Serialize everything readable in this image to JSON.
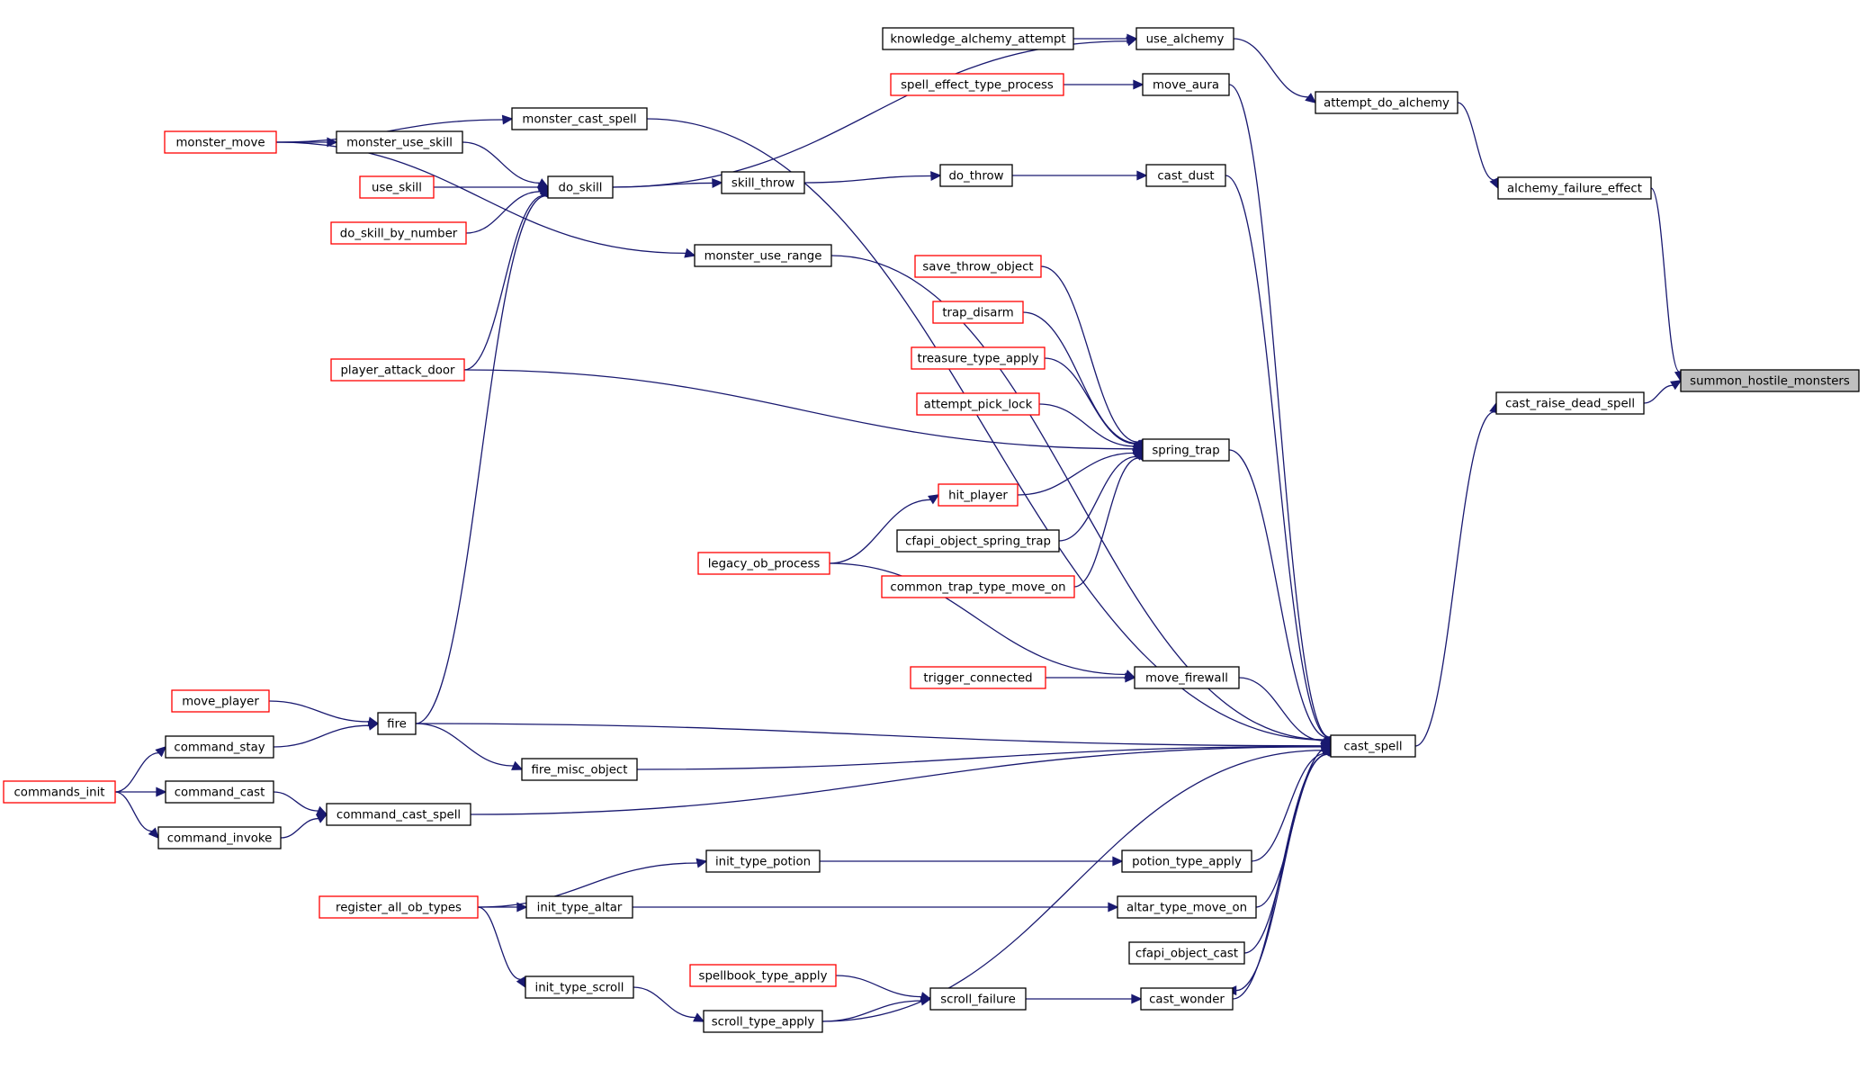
{
  "diagram": {
    "type": "call-graph",
    "colors": {
      "edge": "#191970",
      "truncated_border": "#ff0000",
      "normal_border": "#000000",
      "root_fill": "#bfbfbf"
    },
    "nodes": [
      {
        "id": "summon_hostile_monsters",
        "label": "summon_hostile_monsters",
        "style": "root"
      },
      {
        "id": "alchemy_failure_effect",
        "label": "alchemy_failure_effect",
        "style": "normal"
      },
      {
        "id": "cast_raise_dead_spell",
        "label": "cast_raise_dead_spell",
        "style": "normal"
      },
      {
        "id": "attempt_do_alchemy",
        "label": "attempt_do_alchemy",
        "style": "normal"
      },
      {
        "id": "cast_spell",
        "label": "cast_spell",
        "style": "normal"
      },
      {
        "id": "use_alchemy",
        "label": "use_alchemy",
        "style": "normal"
      },
      {
        "id": "knowledge_alchemy_attempt",
        "label": "knowledge_alchemy_attempt",
        "style": "normal"
      },
      {
        "id": "do_skill",
        "label": "do_skill",
        "style": "normal"
      },
      {
        "id": "monster_use_skill",
        "label": "monster_use_skill",
        "style": "normal"
      },
      {
        "id": "use_skill",
        "label": "use_skill",
        "style": "truncated"
      },
      {
        "id": "do_skill_by_number",
        "label": "do_skill_by_number",
        "style": "truncated"
      },
      {
        "id": "player_attack_door",
        "label": "player_attack_door",
        "style": "truncated"
      },
      {
        "id": "fire",
        "label": "fire",
        "style": "normal"
      },
      {
        "id": "monster_move",
        "label": "monster_move",
        "style": "truncated"
      },
      {
        "id": "move_player",
        "label": "move_player",
        "style": "truncated"
      },
      {
        "id": "command_stay",
        "label": "command_stay",
        "style": "normal"
      },
      {
        "id": "commands_init",
        "label": "commands_init",
        "style": "truncated"
      },
      {
        "id": "move_aura",
        "label": "move_aura",
        "style": "normal"
      },
      {
        "id": "spell_effect_type_process",
        "label": "spell_effect_type_process",
        "style": "truncated"
      },
      {
        "id": "monster_cast_spell",
        "label": "monster_cast_spell",
        "style": "normal"
      },
      {
        "id": "cast_dust",
        "label": "cast_dust",
        "style": "normal"
      },
      {
        "id": "do_throw",
        "label": "do_throw",
        "style": "normal"
      },
      {
        "id": "skill_throw",
        "label": "skill_throw",
        "style": "normal"
      },
      {
        "id": "monster_use_range",
        "label": "monster_use_range",
        "style": "normal"
      },
      {
        "id": "spring_trap",
        "label": "spring_trap",
        "style": "normal"
      },
      {
        "id": "save_throw_object",
        "label": "save_throw_object",
        "style": "truncated"
      },
      {
        "id": "trap_disarm",
        "label": "trap_disarm",
        "style": "truncated"
      },
      {
        "id": "treasure_type_apply",
        "label": "treasure_type_apply",
        "style": "truncated"
      },
      {
        "id": "attempt_pick_lock",
        "label": "attempt_pick_lock",
        "style": "truncated"
      },
      {
        "id": "hit_player",
        "label": "hit_player",
        "style": "truncated"
      },
      {
        "id": "legacy_ob_process",
        "label": "legacy_ob_process",
        "style": "truncated"
      },
      {
        "id": "cfapi_object_spring_trap",
        "label": "cfapi_object_spring_trap",
        "style": "normal"
      },
      {
        "id": "common_trap_type_move_on",
        "label": "common_trap_type_move_on",
        "style": "truncated"
      },
      {
        "id": "move_firewall",
        "label": "move_firewall",
        "style": "normal"
      },
      {
        "id": "trigger_connected",
        "label": "trigger_connected",
        "style": "truncated"
      },
      {
        "id": "fire_misc_object",
        "label": "fire_misc_object",
        "style": "normal"
      },
      {
        "id": "command_cast_spell",
        "label": "command_cast_spell",
        "style": "normal"
      },
      {
        "id": "command_cast",
        "label": "command_cast",
        "style": "normal"
      },
      {
        "id": "command_invoke",
        "label": "command_invoke",
        "style": "normal"
      },
      {
        "id": "potion_type_apply",
        "label": "potion_type_apply",
        "style": "normal"
      },
      {
        "id": "init_type_potion",
        "label": "init_type_potion",
        "style": "normal"
      },
      {
        "id": "register_all_ob_types",
        "label": "register_all_ob_types",
        "style": "truncated"
      },
      {
        "id": "altar_type_move_on",
        "label": "altar_type_move_on",
        "style": "normal"
      },
      {
        "id": "init_type_altar",
        "label": "init_type_altar",
        "style": "normal"
      },
      {
        "id": "cfapi_object_cast",
        "label": "cfapi_object_cast",
        "style": "normal"
      },
      {
        "id": "cast_wonder",
        "label": "cast_wonder",
        "style": "normal"
      },
      {
        "id": "scroll_failure",
        "label": "scroll_failure",
        "style": "normal"
      },
      {
        "id": "spellbook_type_apply",
        "label": "spellbook_type_apply",
        "style": "truncated"
      },
      {
        "id": "scroll_type_apply",
        "label": "scroll_type_apply",
        "style": "normal"
      },
      {
        "id": "init_type_scroll",
        "label": "init_type_scroll",
        "style": "normal"
      }
    ],
    "edges": [
      {
        "from": "alchemy_failure_effect",
        "to": "summon_hostile_monsters"
      },
      {
        "from": "cast_raise_dead_spell",
        "to": "summon_hostile_monsters"
      },
      {
        "from": "attempt_do_alchemy",
        "to": "alchemy_failure_effect"
      },
      {
        "from": "use_alchemy",
        "to": "attempt_do_alchemy"
      },
      {
        "from": "knowledge_alchemy_attempt",
        "to": "use_alchemy"
      },
      {
        "from": "do_skill",
        "to": "use_alchemy"
      },
      {
        "from": "monster_use_skill",
        "to": "do_skill"
      },
      {
        "from": "use_skill",
        "to": "do_skill"
      },
      {
        "from": "do_skill_by_number",
        "to": "do_skill"
      },
      {
        "from": "player_attack_door",
        "to": "do_skill"
      },
      {
        "from": "fire",
        "to": "do_skill"
      },
      {
        "from": "monster_move",
        "to": "monster_use_skill"
      },
      {
        "from": "monster_move",
        "to": "monster_cast_spell"
      },
      {
        "from": "monster_move",
        "to": "monster_use_range"
      },
      {
        "from": "move_player",
        "to": "fire"
      },
      {
        "from": "command_stay",
        "to": "fire"
      },
      {
        "from": "commands_init",
        "to": "command_stay"
      },
      {
        "from": "commands_init",
        "to": "command_cast"
      },
      {
        "from": "commands_init",
        "to": "command_invoke"
      },
      {
        "from": "cast_spell",
        "to": "cast_raise_dead_spell"
      },
      {
        "from": "move_aura",
        "to": "cast_spell"
      },
      {
        "from": "spell_effect_type_process",
        "to": "move_aura"
      },
      {
        "from": "monster_cast_spell",
        "to": "cast_spell"
      },
      {
        "from": "cast_dust",
        "to": "cast_spell"
      },
      {
        "from": "do_throw",
        "to": "cast_dust"
      },
      {
        "from": "skill_throw",
        "to": "do_throw"
      },
      {
        "from": "do_skill",
        "to": "skill_throw"
      },
      {
        "from": "monster_use_range",
        "to": "cast_spell"
      },
      {
        "from": "spring_trap",
        "to": "cast_spell"
      },
      {
        "from": "save_throw_object",
        "to": "spring_trap"
      },
      {
        "from": "trap_disarm",
        "to": "spring_trap"
      },
      {
        "from": "treasure_type_apply",
        "to": "spring_trap"
      },
      {
        "from": "attempt_pick_lock",
        "to": "spring_trap"
      },
      {
        "from": "player_attack_door",
        "to": "spring_trap"
      },
      {
        "from": "hit_player",
        "to": "spring_trap"
      },
      {
        "from": "legacy_ob_process",
        "to": "hit_player"
      },
      {
        "from": "cfapi_object_spring_trap",
        "to": "spring_trap"
      },
      {
        "from": "common_trap_type_move_on",
        "to": "spring_trap"
      },
      {
        "from": "move_firewall",
        "to": "cast_spell"
      },
      {
        "from": "trigger_connected",
        "to": "move_firewall"
      },
      {
        "from": "legacy_ob_process",
        "to": "move_firewall"
      },
      {
        "from": "fire",
        "to": "cast_spell"
      },
      {
        "from": "fire",
        "to": "fire_misc_object"
      },
      {
        "from": "fire_misc_object",
        "to": "cast_spell"
      },
      {
        "from": "command_cast_spell",
        "to": "cast_spell"
      },
      {
        "from": "command_cast",
        "to": "command_cast_spell"
      },
      {
        "from": "command_invoke",
        "to": "command_cast_spell"
      },
      {
        "from": "potion_type_apply",
        "to": "cast_spell"
      },
      {
        "from": "init_type_potion",
        "to": "potion_type_apply"
      },
      {
        "from": "register_all_ob_types",
        "to": "init_type_potion"
      },
      {
        "from": "register_all_ob_types",
        "to": "init_type_altar"
      },
      {
        "from": "register_all_ob_types",
        "to": "init_type_scroll"
      },
      {
        "from": "altar_type_move_on",
        "to": "cast_spell"
      },
      {
        "from": "init_type_altar",
        "to": "altar_type_move_on"
      },
      {
        "from": "cfapi_object_cast",
        "to": "cast_spell"
      },
      {
        "from": "cast_wonder",
        "to": "cast_spell"
      },
      {
        "from": "cast_spell",
        "to": "cast_wonder"
      },
      {
        "from": "scroll_failure",
        "to": "cast_wonder"
      },
      {
        "from": "spellbook_type_apply",
        "to": "scroll_failure"
      },
      {
        "from": "scroll_type_apply",
        "to": "scroll_failure"
      },
      {
        "from": "scroll_type_apply",
        "to": "cast_spell"
      },
      {
        "from": "init_type_scroll",
        "to": "scroll_type_apply"
      }
    ]
  }
}
